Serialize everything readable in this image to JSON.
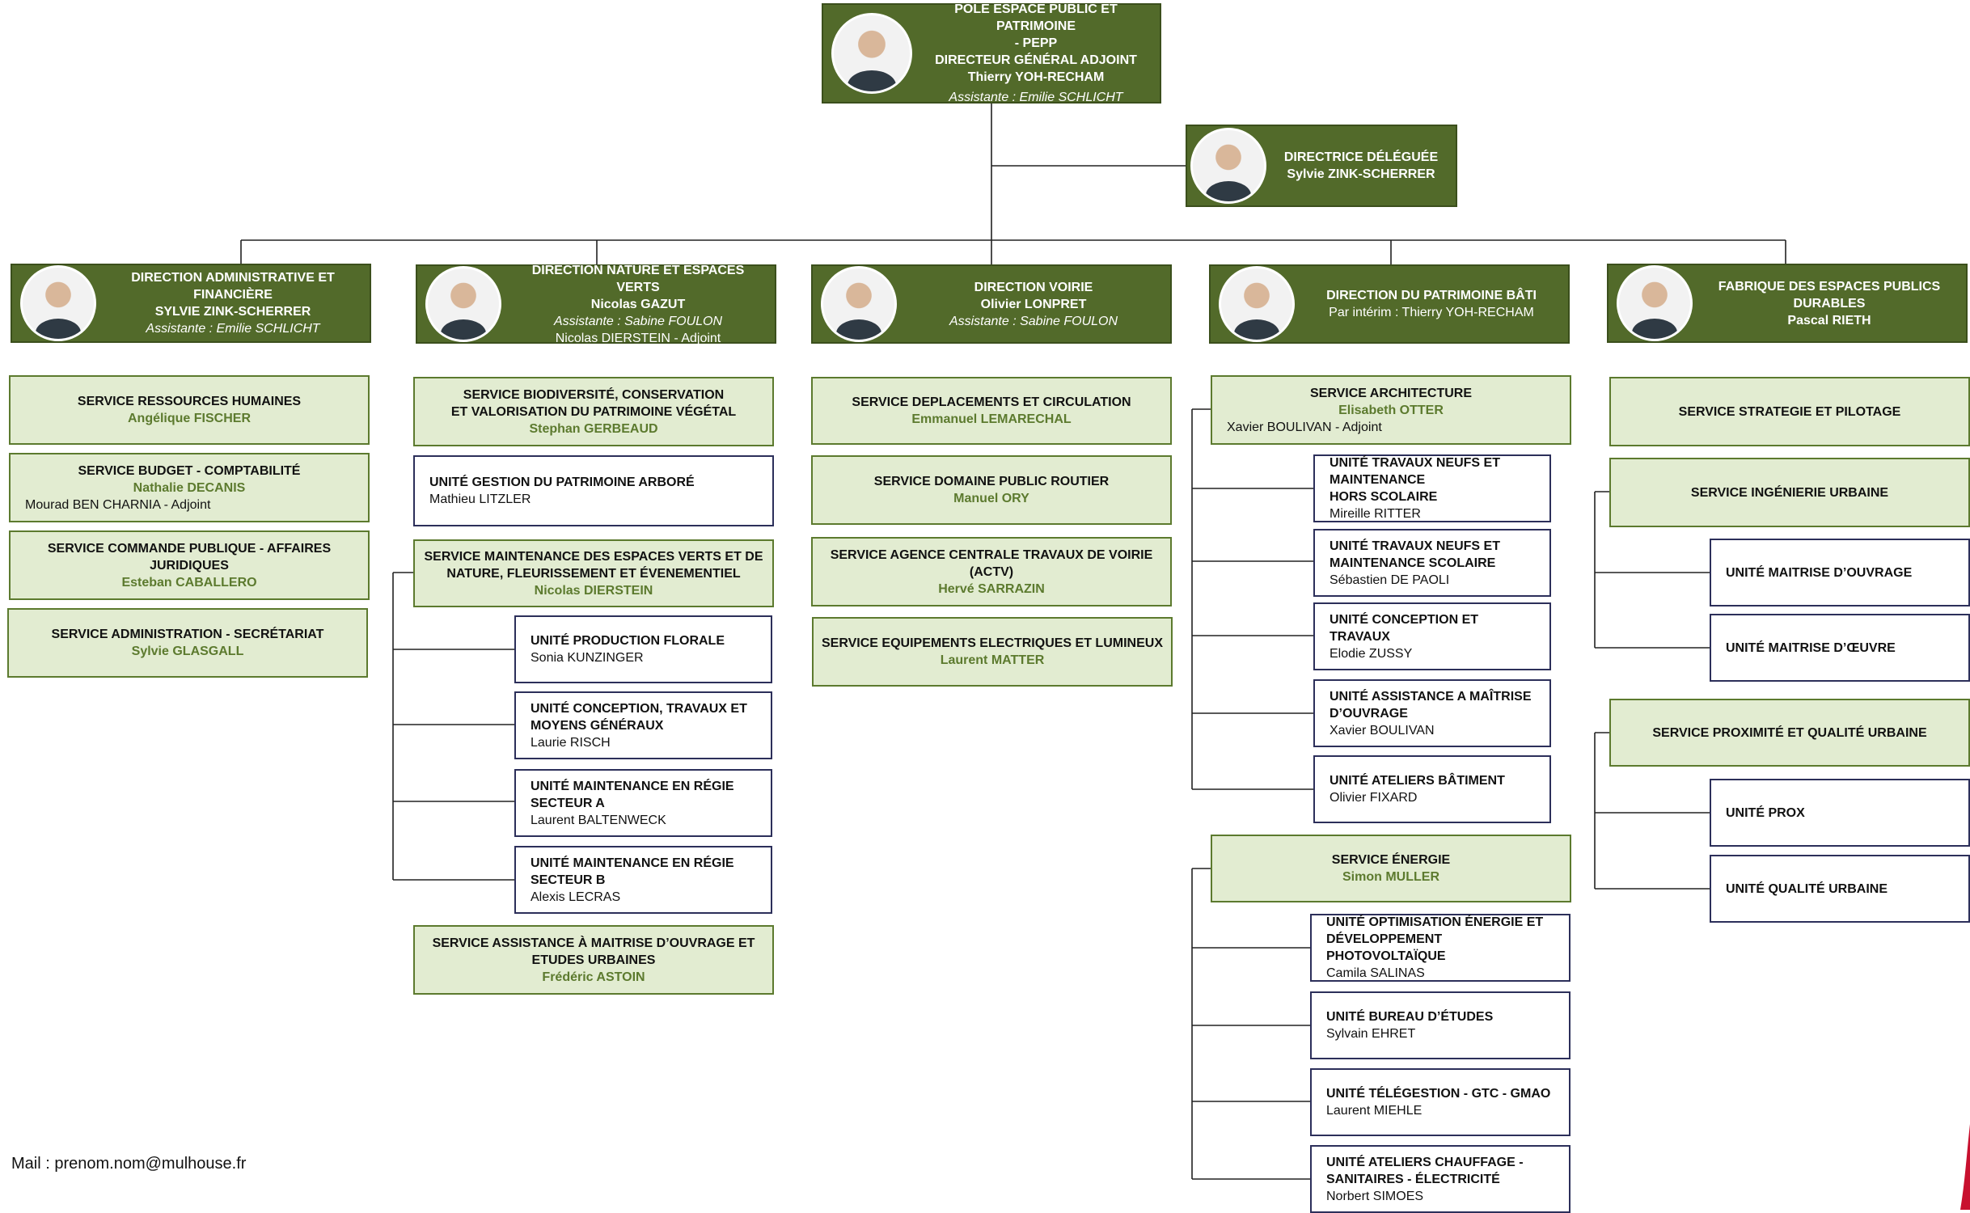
{
  "top": {
    "title1": "POLE ESPACE PUBLIC ET PATRIMOINE",
    "title2": "- PEPP",
    "role": "DIRECTEUR GÉNÉRAL ADJOINT",
    "name": "Thierry YOH-RECHAM",
    "assistant": "Assistante : Emilie SCHLICHT"
  },
  "deputy": {
    "role": "DIRECTRICE DÉLÉGUÉE",
    "name": "Sylvie ZINK-SCHERRER"
  },
  "directions": [
    {
      "title1": "DIRECTION ADMINISTRATIVE ET",
      "title2": "FINANCIÈRE",
      "name": "SYLVIE ZINK-SCHERRER",
      "assistant": "Assistante : Emilie SCHLICHT"
    },
    {
      "title1": "DIRECTION NATURE ET ESPACES VERTS",
      "name": "Nicolas GAZUT",
      "assistant": "Assistante : Sabine FOULON",
      "deputy": "Nicolas DIERSTEIN - Adjoint"
    },
    {
      "title1": "DIRECTION VOIRIE",
      "name": "Olivier LONPRET",
      "assistant": "Assistante : Sabine FOULON"
    },
    {
      "title1": "DIRECTION DU PATRIMOINE BÂTI",
      "interim": "Par intérim : Thierry YOH-RECHAM"
    },
    {
      "title1": "FABRIQUE DES ESPACES PUBLICS",
      "title2": "DURABLES",
      "name": "Pascal RIETH"
    }
  ],
  "col1": [
    {
      "title": "SERVICE RESSOURCES HUMAINES",
      "name": "Angélique FISCHER"
    },
    {
      "title": "SERVICE BUDGET - COMPTABILITÉ",
      "name": "Nathalie DECANIS",
      "adjoint": "Mourad BEN CHARNIA - Adjoint"
    },
    {
      "title1": "SERVICE COMMANDE PUBLIQUE - AFFAIRES",
      "title2": "JURIDIQUES",
      "name": "Esteban CABALLERO"
    },
    {
      "title": "SERVICE ADMINISTRATION - SECRÉTARIAT",
      "name": "Sylvie GLASGALL"
    }
  ],
  "col2": {
    "biodiv": {
      "title1": "SERVICE BIODIVERSITÉ, CONSERVATION",
      "title2": "ET VALORISATION DU PATRIMOINE VÉGÉTAL",
      "name": "Stephan GERBEAUD"
    },
    "arbore": {
      "title": "UNITÉ GESTION DU PATRIMOINE ARBORÉ",
      "name": "Mathieu LITZLER"
    },
    "maint": {
      "title1": "SERVICE MAINTENANCE DES ESPACES VERTS ET DE",
      "title2": "NATURE, FLEURISSEMENT ET ÉVENEMENTIEL",
      "name": "Nicolas DIERSTEIN"
    },
    "units": [
      {
        "t1": "UNITÉ PRODUCTION FLORALE",
        "name": "Sonia KUNZINGER"
      },
      {
        "t1": "UNITÉ CONCEPTION, TRAVAUX ET",
        "t2": "MOYENS GÉNÉRAUX",
        "name": "Laurie RISCH"
      },
      {
        "t1": "UNITÉ MAINTENANCE EN RÉGIE",
        "t2": "SECTEUR A",
        "name": "Laurent BALTENWECK"
      },
      {
        "t1": "UNITÉ MAINTENANCE EN RÉGIE",
        "t2": "SECTEUR B",
        "name": "Alexis LECRAS"
      }
    ],
    "amo": {
      "title1": "SERVICE ASSISTANCE À MAITRISE D’OUVRAGE ET",
      "title2": "ETUDES URBAINES",
      "name": "Frédéric ASTOIN"
    }
  },
  "col3": [
    {
      "title1": "SERVICE DEPLACEMENTS ET CIRCULATION",
      "name": "Emmanuel LEMARECHAL"
    },
    {
      "title1": "SERVICE DOMAINE PUBLIC ROUTIER",
      "name": "Manuel ORY"
    },
    {
      "title1": "SERVICE AGENCE CENTRALE TRAVAUX DE VOIRIE",
      "title2": "(ACTV)",
      "name": "Hervé SARRAZIN"
    },
    {
      "title1": "SERVICE EQUIPEMENTS ELECTRIQUES ET LUMINEUX",
      "name": "Laurent MATTER"
    }
  ],
  "col4": {
    "archi": {
      "title": "SERVICE ARCHITECTURE",
      "name": "Elisabeth OTTER",
      "adjoint": "Xavier BOULIVAN - Adjoint"
    },
    "archiUnits": [
      {
        "t1": "UNITÉ TRAVAUX NEUFS ET",
        "t2": "MAINTENANCE",
        "t3": "HORS SCOLAIRE",
        "name": "Mireille RITTER"
      },
      {
        "t1": "UNITÉ TRAVAUX NEUFS ET",
        "t2": "MAINTENANCE SCOLAIRE",
        "name": "Sébastien DE PAOLI"
      },
      {
        "t1": "UNITÉ CONCEPTION ET TRAVAUX",
        "name": "Elodie ZUSSY"
      },
      {
        "t1": "UNITÉ ASSISTANCE A MAÎTRISE",
        "t2": "D’OUVRAGE",
        "name": "Xavier BOULIVAN"
      },
      {
        "t1": "UNITÉ ATELIERS BÂTIMENT",
        "name": "Olivier FIXARD"
      }
    ],
    "energie": {
      "title": "SERVICE ÉNERGIE",
      "name": "Simon MULLER"
    },
    "energieUnits": [
      {
        "t1": "UNITÉ OPTIMISATION ÉNERGIE ET",
        "t2": "DÉVELOPPEMENT PHOTOVOLTAÏQUE",
        "name": "Camila SALINAS"
      },
      {
        "t1": "UNITÉ BUREAU D’ÉTUDES",
        "name": "Sylvain EHRET"
      },
      {
        "t1": "UNITÉ TÉLÉGESTION - GTC -  GMAO",
        "name": "Laurent MIEHLE"
      },
      {
        "t1": "UNITÉ ATELIERS CHAUFFAGE -",
        "t2": "SANITAIRES - ÉLECTRICITÉ",
        "name": "Norbert SIMOES"
      }
    ]
  },
  "col5": {
    "strat": "SERVICE STRATEGIE ET PILOTAGE",
    "ingenierie": "SERVICE INGÉNIERIE URBAINE",
    "ingUnits": [
      "UNITÉ MAITRISE D’OUVRAGE",
      "UNITÉ MAITRISE D’ŒUVRE"
    ],
    "proximite": "SERVICE PROXIMITÉ ET QUALITÉ URBAINE",
    "proxUnits": [
      "UNITÉ PROX",
      "UNITÉ QUALITÉ URBAINE"
    ]
  },
  "footer": {
    "mail": "Mail : prenom.nom@mulhouse.fr"
  },
  "colors": {
    "dark": "#526a2a",
    "light": "#e2ecd1",
    "accentText": "#5c7a2e",
    "unitBorder": "#2c2f5a"
  }
}
